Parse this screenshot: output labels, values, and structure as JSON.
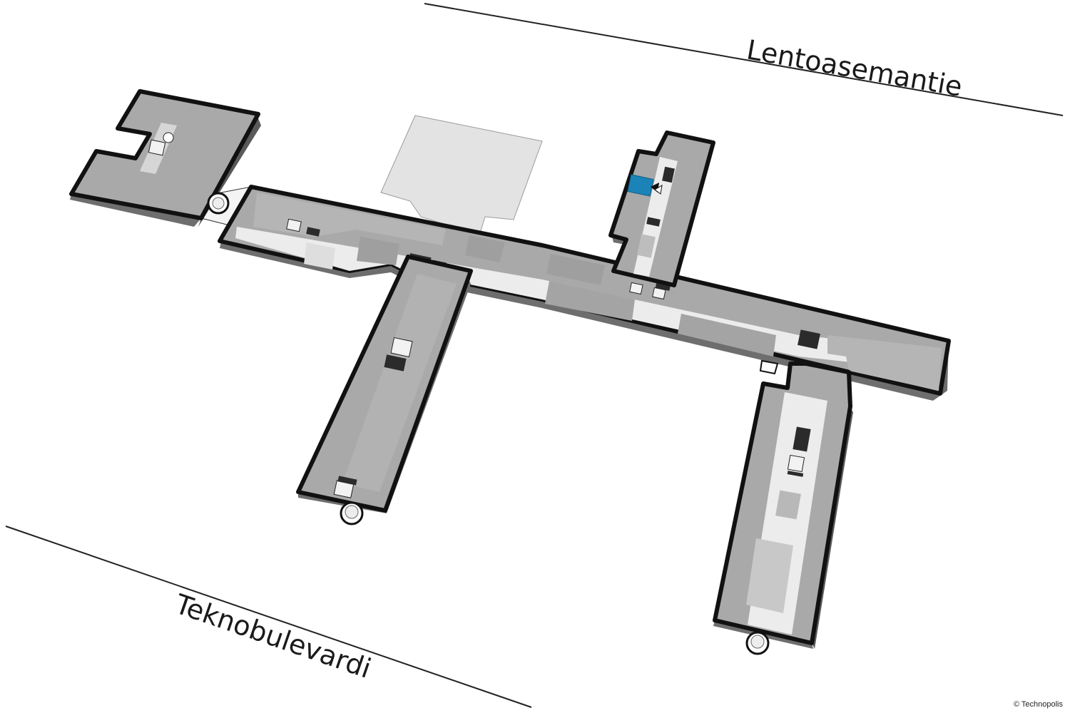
{
  "streets": {
    "north": "Lentoasemantie",
    "south": "Teknobulevardi"
  },
  "copyright": "© Technopolis",
  "colors": {
    "background": "#ffffff",
    "building_outline": "#111111",
    "wall_side": "#6e6e6e",
    "room_dark": "#a9a9a9",
    "room_mid": "#c4c4c4",
    "corridor": "#ececec",
    "service": "#2b2b2b",
    "highlight": "#1b83b7",
    "courtyard": "#e3e3e3"
  },
  "icons": [
    "elevator-icon",
    "stair-icon",
    "location-marker-icon",
    "entrance-icon"
  ]
}
